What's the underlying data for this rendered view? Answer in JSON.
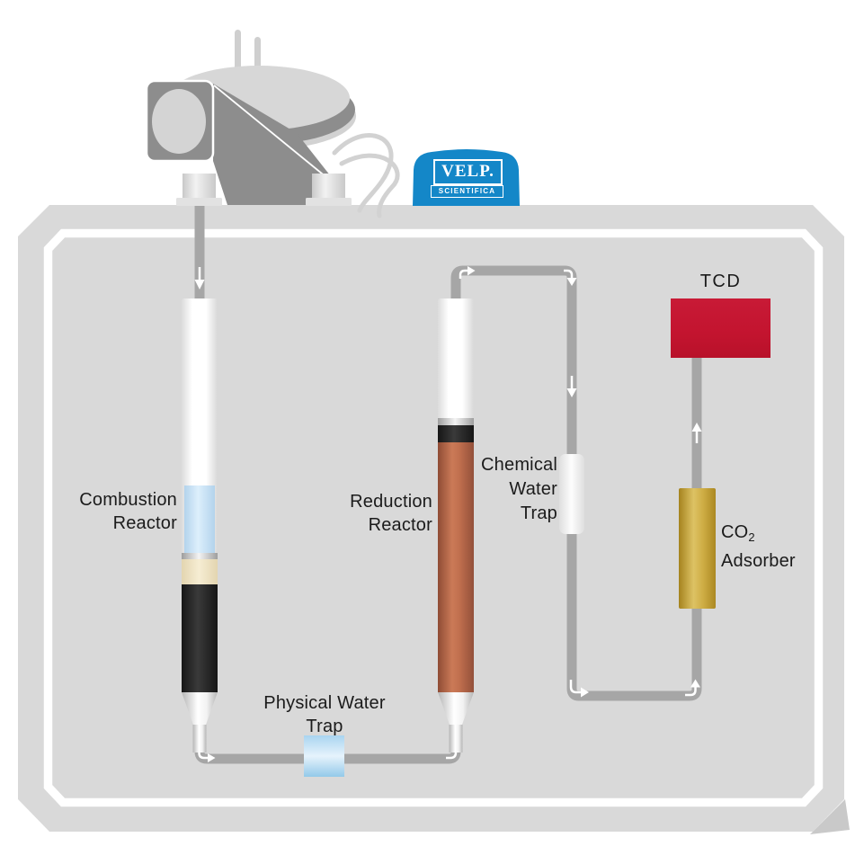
{
  "brand": {
    "name": "VELP.",
    "subtitle": "SCIENTIFICA"
  },
  "labels": {
    "combustion_reactor": {
      "line1": "Combustion",
      "line2": "Reactor"
    },
    "reduction_reactor": {
      "line1": "Reduction",
      "line2": "Reactor"
    },
    "physical_water_trap": {
      "line1": "Physical Water",
      "line2": "Trap"
    },
    "chemical_water_trap": {
      "line1": "Chemical",
      "line2": "Water",
      "line3": "Trap"
    },
    "co2_adsorber": {
      "formula": "CO",
      "subscript": "2",
      "line2": "Adsorber"
    },
    "tcd": "TCD"
  },
  "colors": {
    "brand_blue": "#1487c8",
    "tcd_red": "#c3142f",
    "copper_center": "#c06f4e",
    "copper_edge": "#8f4c35",
    "gold_center": "#cfae45",
    "gold_edge": "#a5831e",
    "glass_blue_center": "#ddeffc",
    "glass_blue_edge": "#b3d3ec",
    "water_blue_top": "#a9d4f0",
    "water_blue_mid": "#e6f3fc",
    "water_blue_bottom": "#93c9e9",
    "cream_center": "#f6edd3",
    "cream_edge": "#e3d5b0",
    "black_center": "#3a3a3a",
    "black_edge": "#161616",
    "pipe_gray": "#a6a6a6",
    "frame_gray": "#d9d9d9",
    "machine_gray": "#8d8d8d",
    "label_color": "#1b1b1b"
  }
}
